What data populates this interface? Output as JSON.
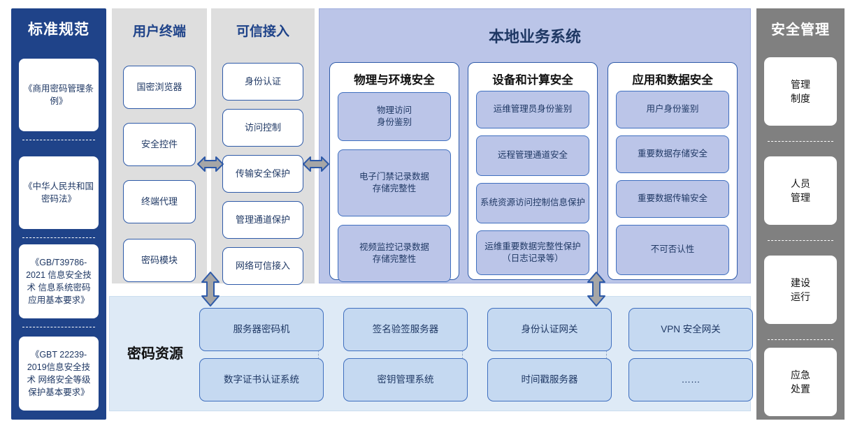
{
  "standards": {
    "title": "标准规范",
    "items": [
      "《商用密码管理条例》",
      "《中华人民共和国密码法》",
      "《GB/T39786-2021 信息安全技术 信息系统密码应用基本要求》",
      "《GBT 22239-2019信息安全技术 网络安全等级保护基本要求》"
    ]
  },
  "columns": [
    {
      "title": "用户终端",
      "items": [
        "国密浏览器",
        "安全控件",
        "终端代理",
        "密码模块"
      ]
    },
    {
      "title": "可信接入",
      "items": [
        "身份认证",
        "访问控制",
        "传输安全保护",
        "管理通道保护",
        "网络可信接入"
      ]
    }
  ],
  "main": {
    "title": "本地业务系统",
    "groups": [
      {
        "title": "物理与环境安全",
        "items": [
          "物理访问\n身份鉴别",
          "电子门禁记录数据\n存储完整性",
          "视频监控记录数据\n存储完整性"
        ]
      },
      {
        "title": "设备和计算安全",
        "items": [
          "运维管理员身份鉴别",
          "远程管理通道安全",
          "系统资源访问控制信息保护",
          "运维重要数据完整性保护（日志记录等）"
        ]
      },
      {
        "title": "应用和数据安全",
        "items": [
          "用户身份鉴别",
          "重要数据存储安全",
          "重要数据传输安全",
          "不可否认性"
        ]
      }
    ]
  },
  "crypto": {
    "title": "密码资源",
    "groups": [
      [
        "服务器密码机",
        "数字证书认证系统"
      ],
      [
        "签名验签服务器",
        "密钥管理系统"
      ],
      [
        "身份认证网关",
        "时间戳服务器"
      ],
      [
        "VPN 安全网关",
        "……"
      ]
    ]
  },
  "management": {
    "title": "安全管理",
    "items": [
      "管理\n制度",
      "人员\n管理",
      "建设\n运行",
      "应急\n处置"
    ]
  },
  "colors": {
    "standards_bg": "#1F4389",
    "column_bg": "#DEDEDE",
    "main_bg": "#BBC5E8",
    "crypto_bg": "#DEEAF6",
    "management_bg": "#808080",
    "chip_border": "#2E5AA8",
    "text_blue": "#1F3864"
  },
  "arrows": [
    {
      "name": "arrow-terminal-access",
      "direction": "both-horizontal"
    },
    {
      "name": "arrow-access-main",
      "direction": "both-horizontal"
    },
    {
      "name": "arrow-access-crypto",
      "direction": "both-vertical"
    },
    {
      "name": "arrow-main-crypto",
      "direction": "both-vertical"
    }
  ]
}
